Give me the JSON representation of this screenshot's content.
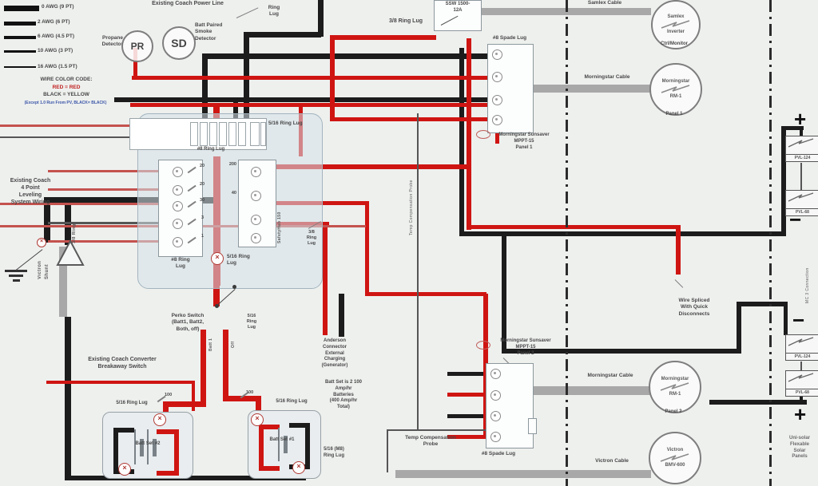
{
  "legend": {
    "items": [
      "0  AWG (9 PT)",
      "2 AWG (6 PT)",
      "6 AWG (4.5 PT)",
      "10 AWG (3 PT)",
      "16  AWG (1.5 PT)"
    ],
    "color_code_title": "WIRE COLOR CODE:",
    "color_code_red": "RED = RED",
    "color_code_black": "BLACK = YELLOW",
    "color_code_note": "(Except 1.0 Run From PV, BLACK= BLACK)"
  },
  "top": {
    "power_line": "Existing Coach Power Line",
    "propane": "Propane\nDetector",
    "pr": "PR",
    "sd": "SD",
    "smoke": "Batt Paired\nSmoke\nDetector",
    "ring_lug": "Ring\nLug",
    "ring_lug_38": "3/8 Ring Lug",
    "ssw": "SSW 1500-\n12A"
  },
  "right": {
    "samlex_cable": "Samlex Cable",
    "samlex": "Samlex",
    "samlex2": "Inverter",
    "samlex_sub": "Ctrl/Monitor",
    "spade_lug1": "#8 Spade Lug",
    "ms_cable1": "Morningstar Cable",
    "rm1a": "Morningstar",
    "rm1a_model": "RM-1",
    "rm1a_sub": "Panel 1",
    "mppt1": "Morningstar Sunsaver\nMPPT-15\nPanel 1",
    "temp_probe_v": "Temp Compensation Probe",
    "wire_spliced": "Wire Spliced\nWith Quick\nDisconnects",
    "mppt2": "Morningstar Sunsaver\nMPPT-15\nPanel 2",
    "spade_lug2": "#8 Spade Lug",
    "ms_cable2": "Morningstar Cable",
    "rm1b": "Morningstar",
    "rm1b_model": "RM-1",
    "rm1b_sub": "Panel 2",
    "victron_cable": "Victron Cable",
    "victron": "Victron",
    "victron_model": "BMV-600"
  },
  "pv": {
    "plus": "+",
    "minus": "−",
    "top_panel1": "PVL-124",
    "top_panel2": "PVL-68",
    "bottom_panel1": "PVL-124",
    "bottom_panel2": "PVL-68",
    "mc3": "MC 3 Connection",
    "unisolar": "Uni-solar\nFlexable\nSolar\nPanels"
  },
  "center": {
    "ring8_strip": "#8 Ring Lug",
    "ring516_strip": "5/16 Ring Lug",
    "fuses_left": [
      "20",
      "20",
      "30",
      "3",
      "1"
    ],
    "fuses_right": [
      "200",
      "40"
    ],
    "block_name": "SafetyHub 150",
    "ring8_block": "#8 Ring\nLug",
    "ring516_block": "5/16 Ring\nLug",
    "ring38_stack": "3/8\nRing\nLug"
  },
  "left": {
    "leveling": "Existing Coach\n4 Point\nLeveling\nSystem Wiring",
    "ring38_v": "3/8 Ring",
    "shunt_v": "Victron\nShunt"
  },
  "bottom": {
    "perko": "Perko Switch\n(Batt1, Batt2,\nBoth, off)",
    "batt1_v": "Batt 1",
    "off_v": "Off",
    "ring516_switch": "5/16\nRing\nLug",
    "anderson": "Anderson\nConnector\nExternal\nCharging\n(Generator)",
    "breakaway": "Existing Coach Converter\nBreakaway Switch",
    "fuse100_left": "100",
    "fuse100_right": "100",
    "ring516_b2": "5/16 Ring Lug",
    "ring516_b1": "5/16 Ring Lug",
    "battset2": "Batt Set #2",
    "battset1": "Batt Set #1",
    "batt_note": "Batt Set is 2 100\nAmp/hr\nBatteries\n(400 Amp/hr\nTotal)",
    "ring516m8": "5/16 (M8)\nRing Lug",
    "temp_probe": "Temp Compensation\nProbe"
  }
}
